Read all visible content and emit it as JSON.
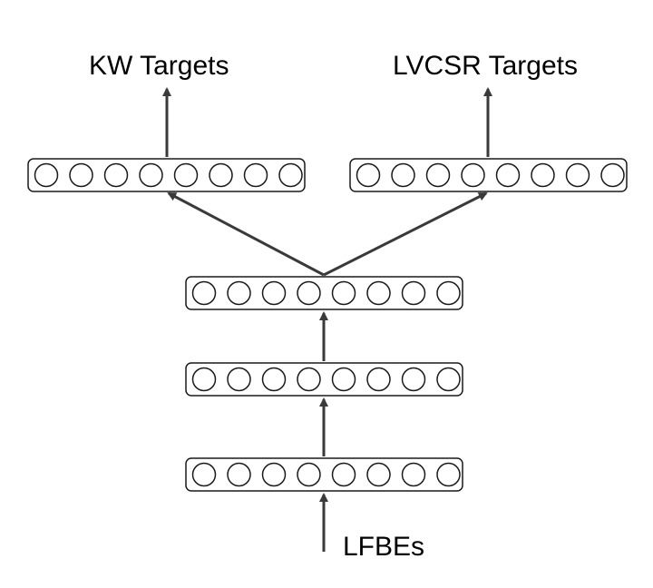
{
  "labels": {
    "kw_targets": "KW Targets",
    "lvcsr_targets": "LVCSR Targets",
    "input_features": "LFBEs"
  },
  "colors": {
    "line": "#3a3a3a",
    "node_stroke": "#1a1a1a",
    "background": "#ffffff"
  },
  "layers": [
    {
      "id": "kw-output-layer",
      "units": 8
    },
    {
      "id": "lvcsr-output-layer",
      "units": 8
    },
    {
      "id": "shared-hidden-layer-3",
      "units": 8
    },
    {
      "id": "shared-hidden-layer-2",
      "units": 8
    },
    {
      "id": "shared-hidden-layer-1",
      "units": 8
    }
  ]
}
